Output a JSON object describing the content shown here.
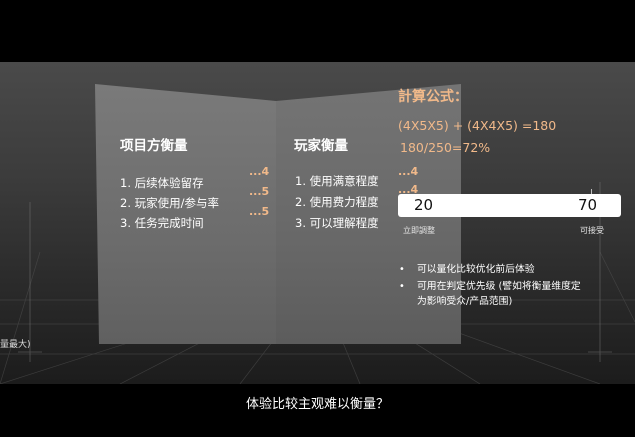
{
  "left_panel": {
    "heading": "项目方衡量",
    "items": [
      "1. 后续体验留存",
      "2. 玩家使用/参与率",
      "3. 任务完成时间"
    ],
    "dots": [
      "...4",
      "...5",
      "...5"
    ]
  },
  "right_panel": {
    "heading": "玩家衡量",
    "items": [
      "1. 使用满意程度",
      "2. 使用费力程度",
      "3. 可以理解程度"
    ],
    "dots": [
      "...4",
      "...4"
    ]
  },
  "formula": {
    "title": "計算公式：",
    "line1": "(4X5X5) + (4X4X5) =180",
    "line2": "180/250=72%"
  },
  "slider": {
    "left_value": "20",
    "right_value": "70",
    "left_label": "立即調整",
    "right_label": "可接受"
  },
  "bullets": [
    {
      "bullet": "•",
      "text": "可以量化比较优化前后体验",
      "continuation": ""
    },
    {
      "bullet": "•",
      "text": "可用在判定优先级 (譬如将衡量维度定",
      "continuation": "为影响受众/产品范围)"
    }
  ],
  "partial_left_text": "量最大)",
  "subtitle": "体验比较主观难以衡量？",
  "colors": {
    "accent": "#f1b98a",
    "panel": "#707070",
    "background": "#000000"
  }
}
